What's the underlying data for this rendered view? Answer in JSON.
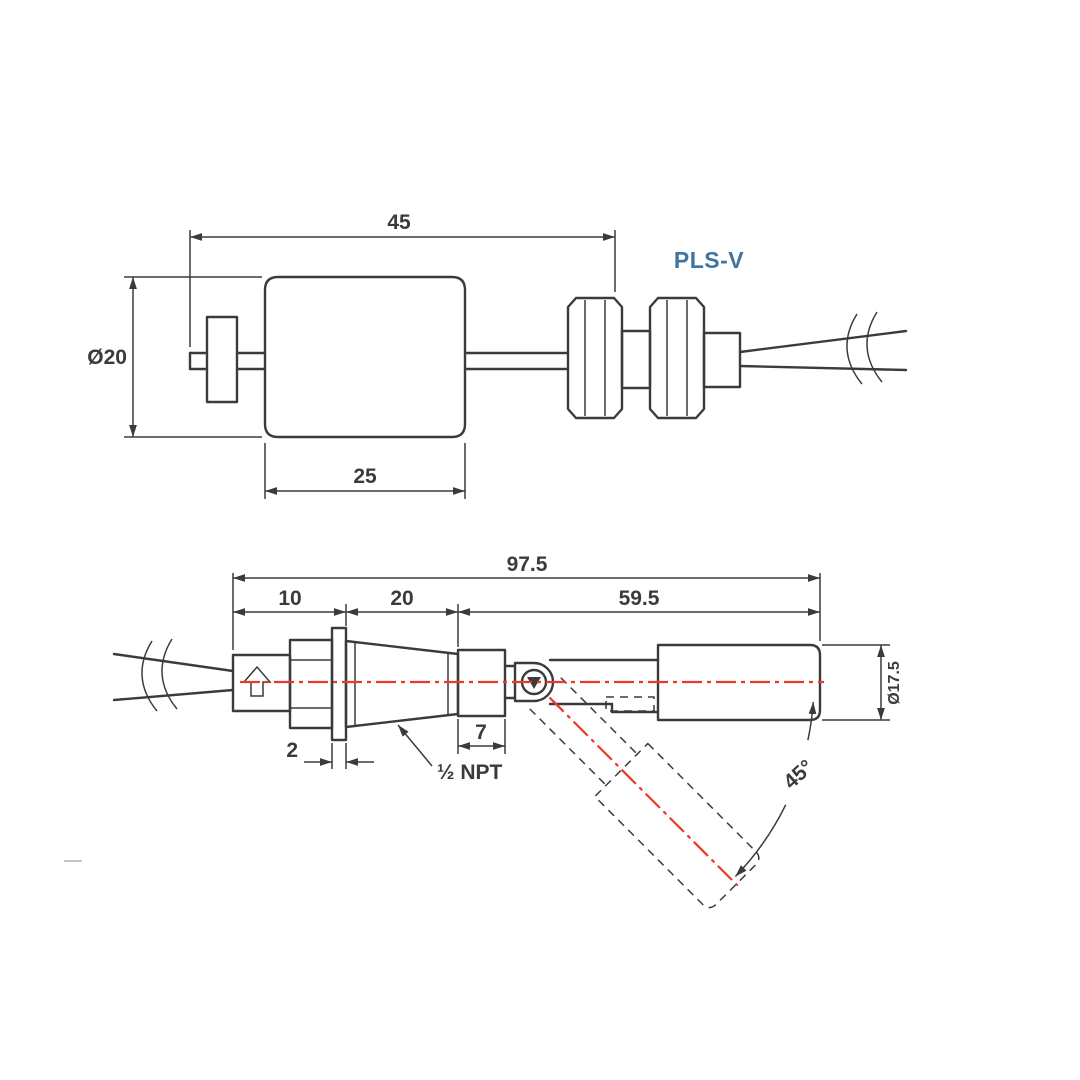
{
  "drawing": {
    "product_label": "PLS-V",
    "top_view": {
      "dim_length": "45",
      "dim_diameter": "Ø20",
      "dim_float_length": "25"
    },
    "bottom_view": {
      "dim_total_length": "97.5",
      "dim_seg1": "10",
      "dim_seg2": "20",
      "dim_seg3": "59.5",
      "dim_nipple_length": "7",
      "dim_flange_thickness": "2",
      "thread_label": "½ NPT",
      "dim_float_diameter": "Ø17.5",
      "dim_swing_angle": "45°"
    }
  },
  "colors": {
    "line": "#3b3b3d",
    "red": "#e8392b",
    "blue": "#41749f"
  }
}
